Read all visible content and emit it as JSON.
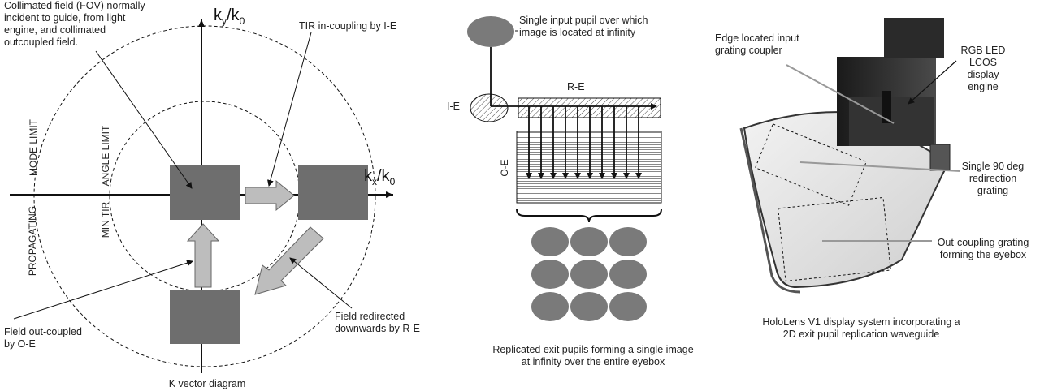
{
  "k_diagram": {
    "ky_label": "k",
    "ky_sub_1": "y",
    "ky_slash": "/k",
    "ky_sub_2": "0",
    "kx_label": "k",
    "kx_sub_1": "x",
    "kx_slash": "/k",
    "kx_sub_2": "0",
    "fov_note": "Collimated field (FOV) normally\nincident to guide, from light\nengine, and collimated\noutcoupled field.",
    "tir_incoupling": "TIR in-coupling by I-E",
    "mode_limit": "MODE LIMIT",
    "angle_limit": "ANGLE LIMIT",
    "propagating": "PROPAGATING",
    "min_tir": "MIN TIR",
    "field_out": "Field out-coupled\nby O-E",
    "field_redirected": "Field redirected\ndownwards by R-E",
    "caption": "K vector diagram"
  },
  "waveguide_diagram": {
    "input_pupil_note": "Single input pupil over which\nimage is located at infinity",
    "ie_label": "I-E",
    "re_label": "R-E",
    "oe_label": "O-E",
    "caption": "Replicated exit pupils forming a single image\nat infinity over the entire eyebox"
  },
  "hololens": {
    "edge_coupler": "Edge located input\ngrating coupler",
    "rgb_engine": "RGB LED\nLCOS\ndisplay\nengine",
    "redirection": "Single 90 deg\nredirection\ngrating",
    "outcoupling": "Out-coupling grating\nforming the eyebox",
    "caption": "HoloLens V1 display system incorporating a\n2D exit pupil replication waveguide"
  },
  "colors": {
    "fov_square": "#6e6e6e",
    "arrow_fill": "#bdbdbd",
    "pupil_fill": "#7a7a7a",
    "device_dark": "#2a2a2a",
    "lens_light": "#e6e6e6"
  }
}
